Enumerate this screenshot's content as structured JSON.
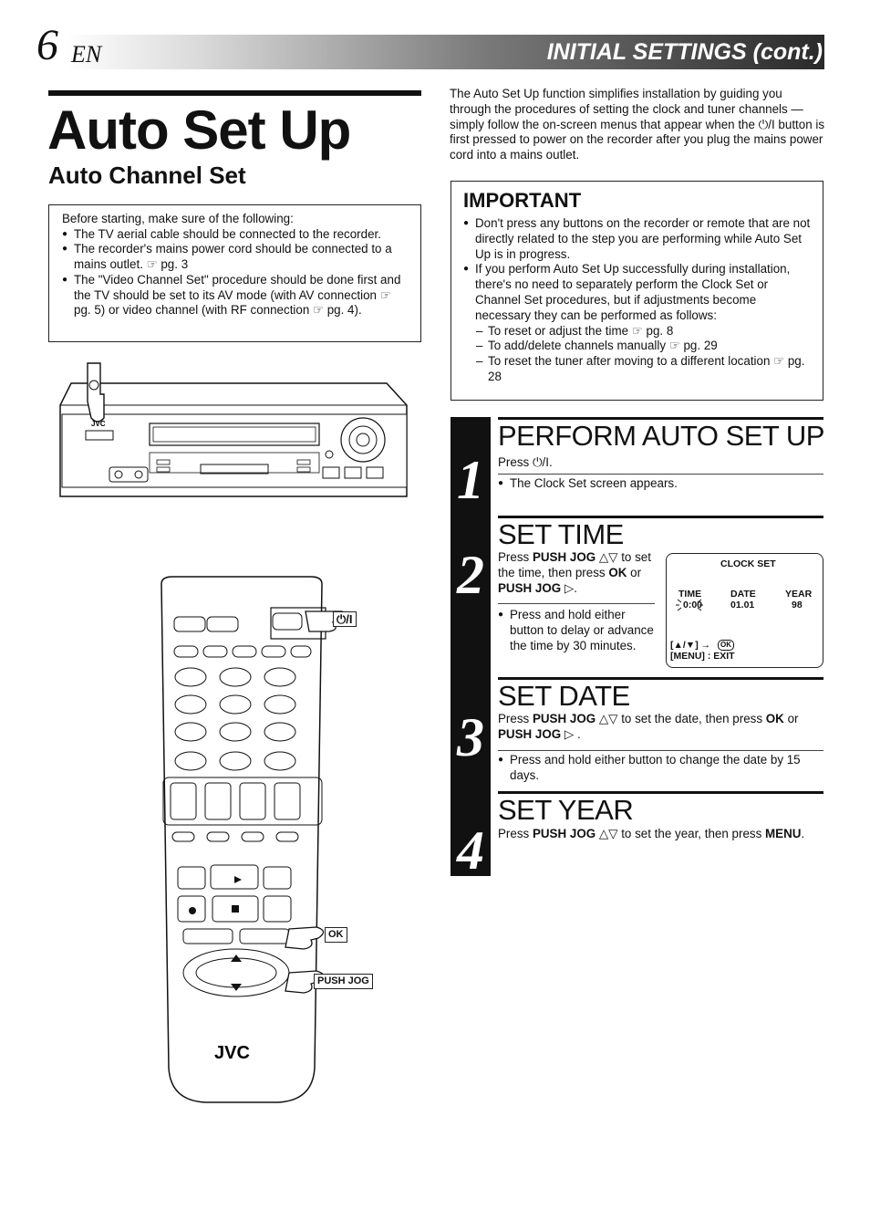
{
  "header": {
    "page_number": "6",
    "language": "EN",
    "section_title": "INITIAL SETTINGS (cont.)"
  },
  "title": {
    "main": "Auto Set Up",
    "sub": "Auto Channel Set"
  },
  "prerequisites": {
    "intro": "Before starting, make sure of the following:",
    "items": [
      "The TV aerial cable should be connected to the recorder.",
      "The recorder's mains power cord should be connected to a mains outlet. ☞ pg. 3",
      "The \"Video Channel Set\" procedure should be done first and the TV should be set to its AV mode (with AV connection ☞ pg. 5) or video channel (with RF connection ☞ pg. 4)."
    ]
  },
  "intro_paragraph": "The Auto Set Up function simplifies installation by guiding you through the procedures of setting the clock and tuner channels — simply follow the on-screen menus that appear when the ⏻/I button is first pressed to power on the recorder after you plug the mains power cord into a mains outlet.",
  "important": {
    "title": "IMPORTANT",
    "items": [
      "Don't press any buttons on the recorder or remote that are not directly related to the step you are performing while Auto Set Up is in progress.",
      "If you perform Auto Set Up successfully during installation, there's no need to separately perform the Clock Set or Channel Set procedures, but if adjustments become necessary they can be performed as follows:"
    ],
    "sub_items": [
      "To reset or adjust the time ☞ pg. 8",
      "To add/delete channels manually ☞ pg. 29",
      "To reset the tuner after moving to a different location ☞ pg. 28"
    ]
  },
  "steps": [
    {
      "number": "1",
      "heading": "PERFORM AUTO SET UP",
      "instruction": "Press ⏻/I.",
      "note": "The Clock Set screen appears."
    },
    {
      "number": "2",
      "heading": "SET TIME",
      "instruction_parts": [
        "Press ",
        "PUSH JOG",
        " △▽ to set the time, then press ",
        "OK",
        " or ",
        "PUSH JOG",
        " ▷."
      ],
      "note": "Press and hold either button to delay or advance the time by 30 minutes."
    },
    {
      "number": "3",
      "heading": "SET DATE",
      "instruction_parts": [
        "Press ",
        "PUSH JOG",
        " △▽ to set the date, then press ",
        "OK",
        " or ",
        "PUSH JOG",
        " ▷ ."
      ],
      "note": "Press and hold either button to change the date by 15 days."
    },
    {
      "number": "4",
      "heading": "SET YEAR",
      "instruction_parts": [
        "Press ",
        "PUSH JOG",
        " △▽ to set the year, then press ",
        "MENU",
        "."
      ]
    }
  ],
  "osd": {
    "title": "CLOCK SET",
    "labels": [
      "TIME",
      "DATE",
      "YEAR"
    ],
    "values": [
      "0:00",
      "01.01",
      "98"
    ],
    "nav_hint": "[▲/▼] →",
    "ok_symbol": "OK",
    "exit_hint": "[MENU] : EXIT"
  },
  "illustrations": {
    "vcr_brand": "JVC",
    "remote_brand": "JVC",
    "power_symbol": "⏻/I",
    "callout_ok": "OK",
    "callout_push_jog": "PUSH JOG"
  }
}
